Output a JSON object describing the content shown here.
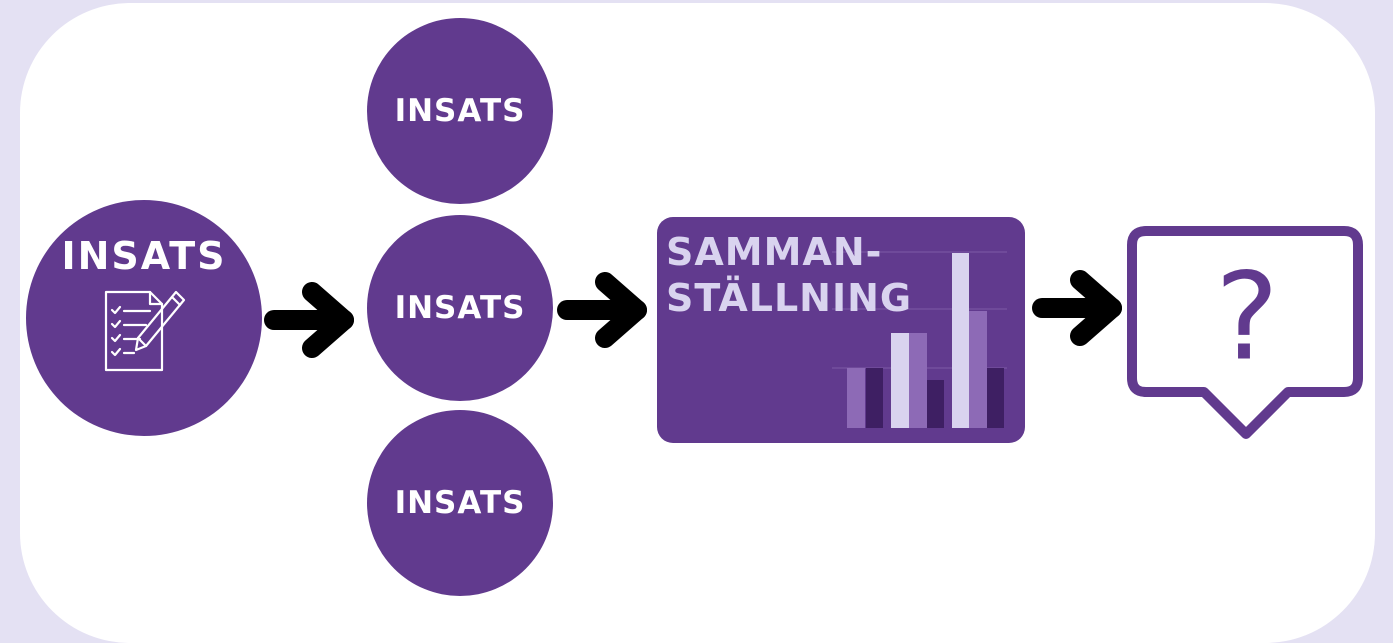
{
  "colors": {
    "background": "#e4e1f3",
    "card": "#ffffff",
    "primary": "#613a8e",
    "light": "#d9d3ef",
    "mid": "#8d6ab6",
    "dark": "#3e1f63",
    "arrow": "#000000"
  },
  "start": {
    "label": "INSATS",
    "icon": "checklist-pen-icon"
  },
  "branches": [
    {
      "label": "INSATS"
    },
    {
      "label": "INSATS"
    },
    {
      "label": "INSATS"
    }
  ],
  "summary": {
    "line1": "SAMMAN-",
    "line2": "STÄLLNING",
    "icon": "bar-chart-icon"
  },
  "result": {
    "icon": "question-speech-bubble-icon",
    "symbol": "?"
  }
}
